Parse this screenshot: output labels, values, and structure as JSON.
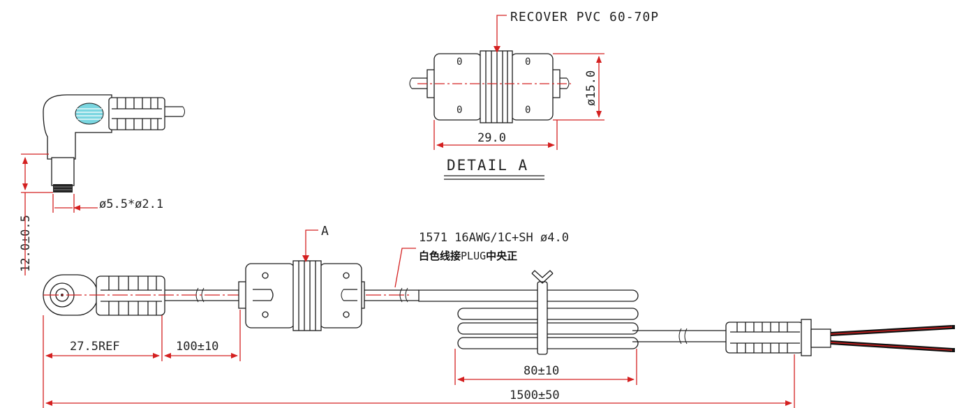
{
  "detail": {
    "callout": "RECOVER PVC 60-70P",
    "title": "DETAIL A",
    "width_dim": "29.0",
    "dia_dim": "ø15.0",
    "hole_mark": "0"
  },
  "plug": {
    "size_label": "ø5.5*ø2.1",
    "length_dim": "12.0±0.5"
  },
  "assembly": {
    "ref_label": "A",
    "cable_spec": "1571 16AWG/1C+SH ø4.0",
    "wire_note_cn_1": "白色线接",
    "wire_note_en": "PLUG",
    "wire_note_cn_2": "中央正",
    "dim_ref": "27.5REF",
    "dim_gap": "100±10",
    "dim_coil": "80±10",
    "dim_total": "1500±50"
  },
  "colors": {
    "line": "#1a1a1a",
    "dimension_red": "#d42020",
    "strain_relief_hatch": "#7ad6e0",
    "wire_red": "#d42020",
    "wire_black": "#111111"
  }
}
